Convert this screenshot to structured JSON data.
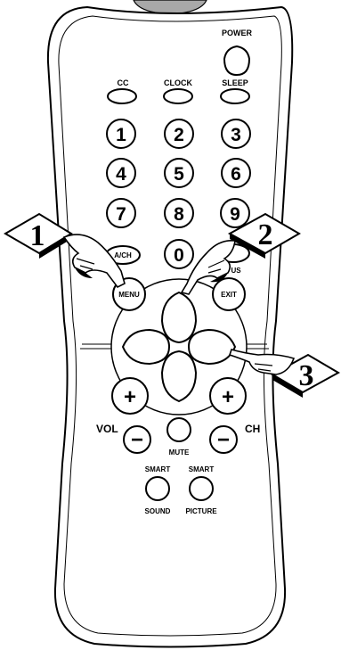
{
  "remote": {
    "power_label": "POWER",
    "cc_label": "CC",
    "clock_label": "CLOCK",
    "sleep_label": "SLEEP",
    "digits": [
      "1",
      "2",
      "3",
      "4",
      "5",
      "6",
      "7",
      "8",
      "9"
    ],
    "zero": "0",
    "ach_label": "A/CH",
    "status_label": "US",
    "menu_label": "MENU",
    "exit_label": "EXIT",
    "plus_symbol": "+",
    "minus_symbol": "−",
    "vol_label": "VOL",
    "ch_label": "CH",
    "mute_label": "MUTE",
    "smart_label": "SMART",
    "sound_label": "SOUND",
    "picture_label": "PICTURE"
  },
  "callouts": {
    "step1": "1",
    "step2": "2",
    "step3": "3"
  }
}
